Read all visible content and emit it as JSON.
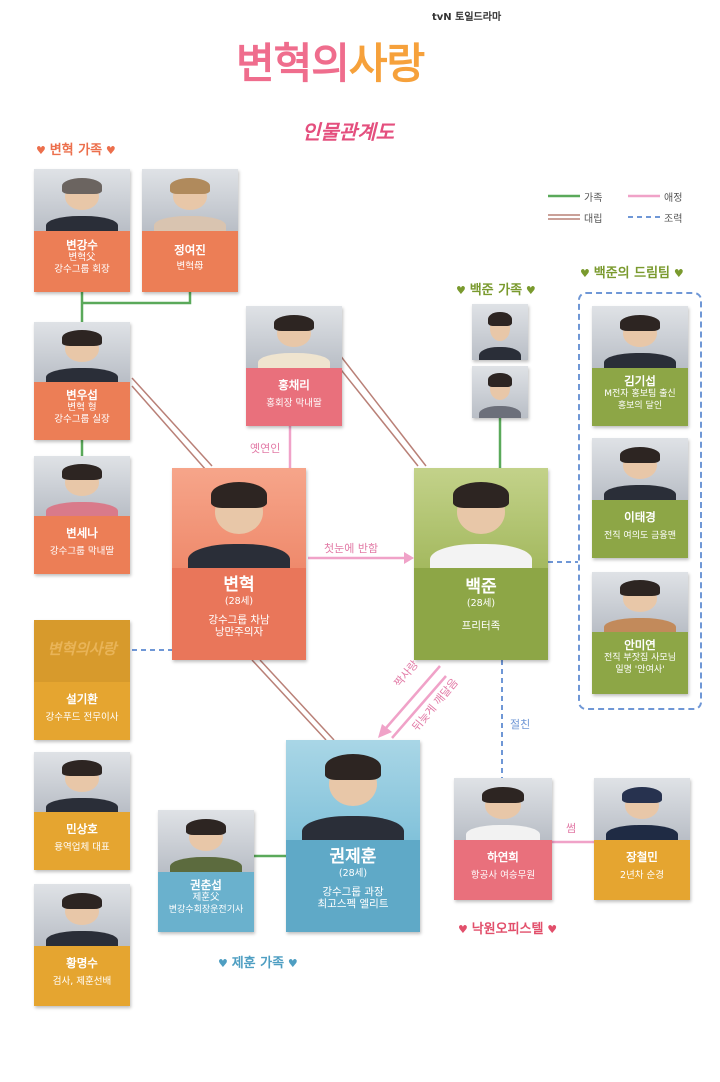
{
  "header": {
    "channel": "tvN 토일드라마",
    "title_part1": "변혁의",
    "title_part2": "사랑",
    "subtitle": "인물관계도"
  },
  "legend": {
    "family": "가족",
    "affection": "애정",
    "conflict": "대립",
    "cooperation": "조력"
  },
  "sections": {
    "byunhyuk_family": "변혁 가족",
    "baekjun_family": "백준 가족",
    "dream_team": "백준의 드림팀",
    "jehoon_family": "제훈 가족",
    "nakwon": "낙원오피스텔"
  },
  "characters": {
    "byun_gangsu": {
      "name": "변강수",
      "desc1": "변혁父",
      "desc2": "강수그룹 회장"
    },
    "jung_yeojin": {
      "name": "정여진",
      "desc1": "변혁母"
    },
    "byun_useop": {
      "name": "변우섭",
      "desc1": "변혁 형",
      "desc2": "강수그룹 실장"
    },
    "byun_sena": {
      "name": "변세나",
      "desc1": "강수그룹 막내딸"
    },
    "hong_chaeri": {
      "name": "홍채리",
      "desc1": "홍회장 막내딸"
    },
    "byunhyuk": {
      "name": "변혁",
      "age": "(28세)",
      "desc1": "강수그룹 차남",
      "desc2": "낭만주의자"
    },
    "baekjun": {
      "name": "백준",
      "age": "(28세)",
      "desc1": "프리터족"
    },
    "kim_giseop": {
      "name": "김기섭",
      "desc1": "M전자 홍보팀 출신",
      "desc2": "홍보의 달인"
    },
    "lee_taekyung": {
      "name": "이태경",
      "desc1": "전직 여의도 금융맨"
    },
    "an_mimyeon": {
      "name": "안미연",
      "desc1": "전직 부잣집 사모님",
      "desc2": "일명 '안여사'"
    },
    "seol_gihwan": {
      "name": "설기환",
      "desc1": "강수푸드 전무이사",
      "logo": "변혁의사랑"
    },
    "min_sangho": {
      "name": "민상호",
      "desc1": "용역업체 대표"
    },
    "hwang_myeongsu": {
      "name": "황명수",
      "desc1": "검사, 제훈선배"
    },
    "kwon_jehoon": {
      "name": "권제훈",
      "age": "(28세)",
      "desc1": "강수그룹 과장",
      "desc2": "최고스펙 엘리트"
    },
    "kwon_chunseop": {
      "name": "권춘섭",
      "desc1": "제훈父",
      "desc2": "변강수회장운전기사"
    },
    "ha_yeonhee": {
      "name": "하연희",
      "desc1": "항공사 여승무원"
    },
    "jang_cheolmin": {
      "name": "장철민",
      "desc1": "2년차 순경"
    }
  },
  "relations": {
    "ex_lover": "옛연인",
    "first_sight": "첫눈에 반함",
    "crush": "짝사랑",
    "late_realization": "뒤늦게 깨달음",
    "best_friend": "절친",
    "some": "썸"
  },
  "colors": {
    "orange": "#ec7e56",
    "pink": "#e9707c",
    "green": "#8da646",
    "gold": "#e5a530",
    "blue": "#6ab1cd",
    "family_line": "#5aa95a",
    "conflict_line": "#b98077",
    "affection_line": "#f0a2c8",
    "cooperation_line": "#6f97d6"
  }
}
